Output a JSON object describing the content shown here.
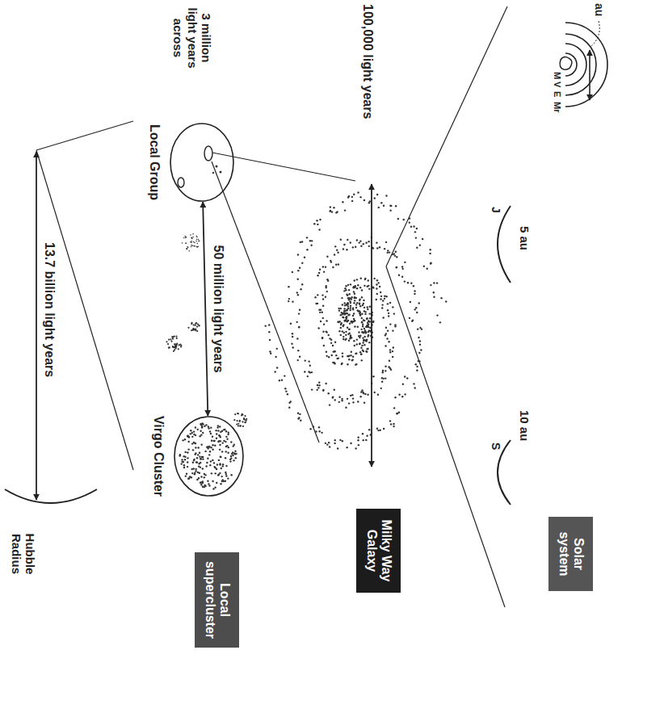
{
  "diagram": {
    "nodes": [
      {
        "text": [
          "Solar system"
        ]
      },
      {
        "text": [
          "Milky Way Galaxy"
        ]
      },
      {
        "text": [
          "Local supercluster"
        ]
      },
      {
        "text": [
          "Local Group"
        ]
      },
      {
        "text": [
          "Virgo Cluster"
        ]
      }
    ],
    "edges": [
      {
        "from": 3,
        "to": 4,
        "arrow": "both",
        "label": "50 million light years"
      }
    ],
    "labels": [
      "au",
      "M",
      "V",
      "E",
      "Mr",
      "5 au",
      "J",
      "10 au",
      "S",
      "100,000 light years",
      "3 million light years across",
      "13.7 billion light years",
      "Hubble Radius"
    ]
  }
}
